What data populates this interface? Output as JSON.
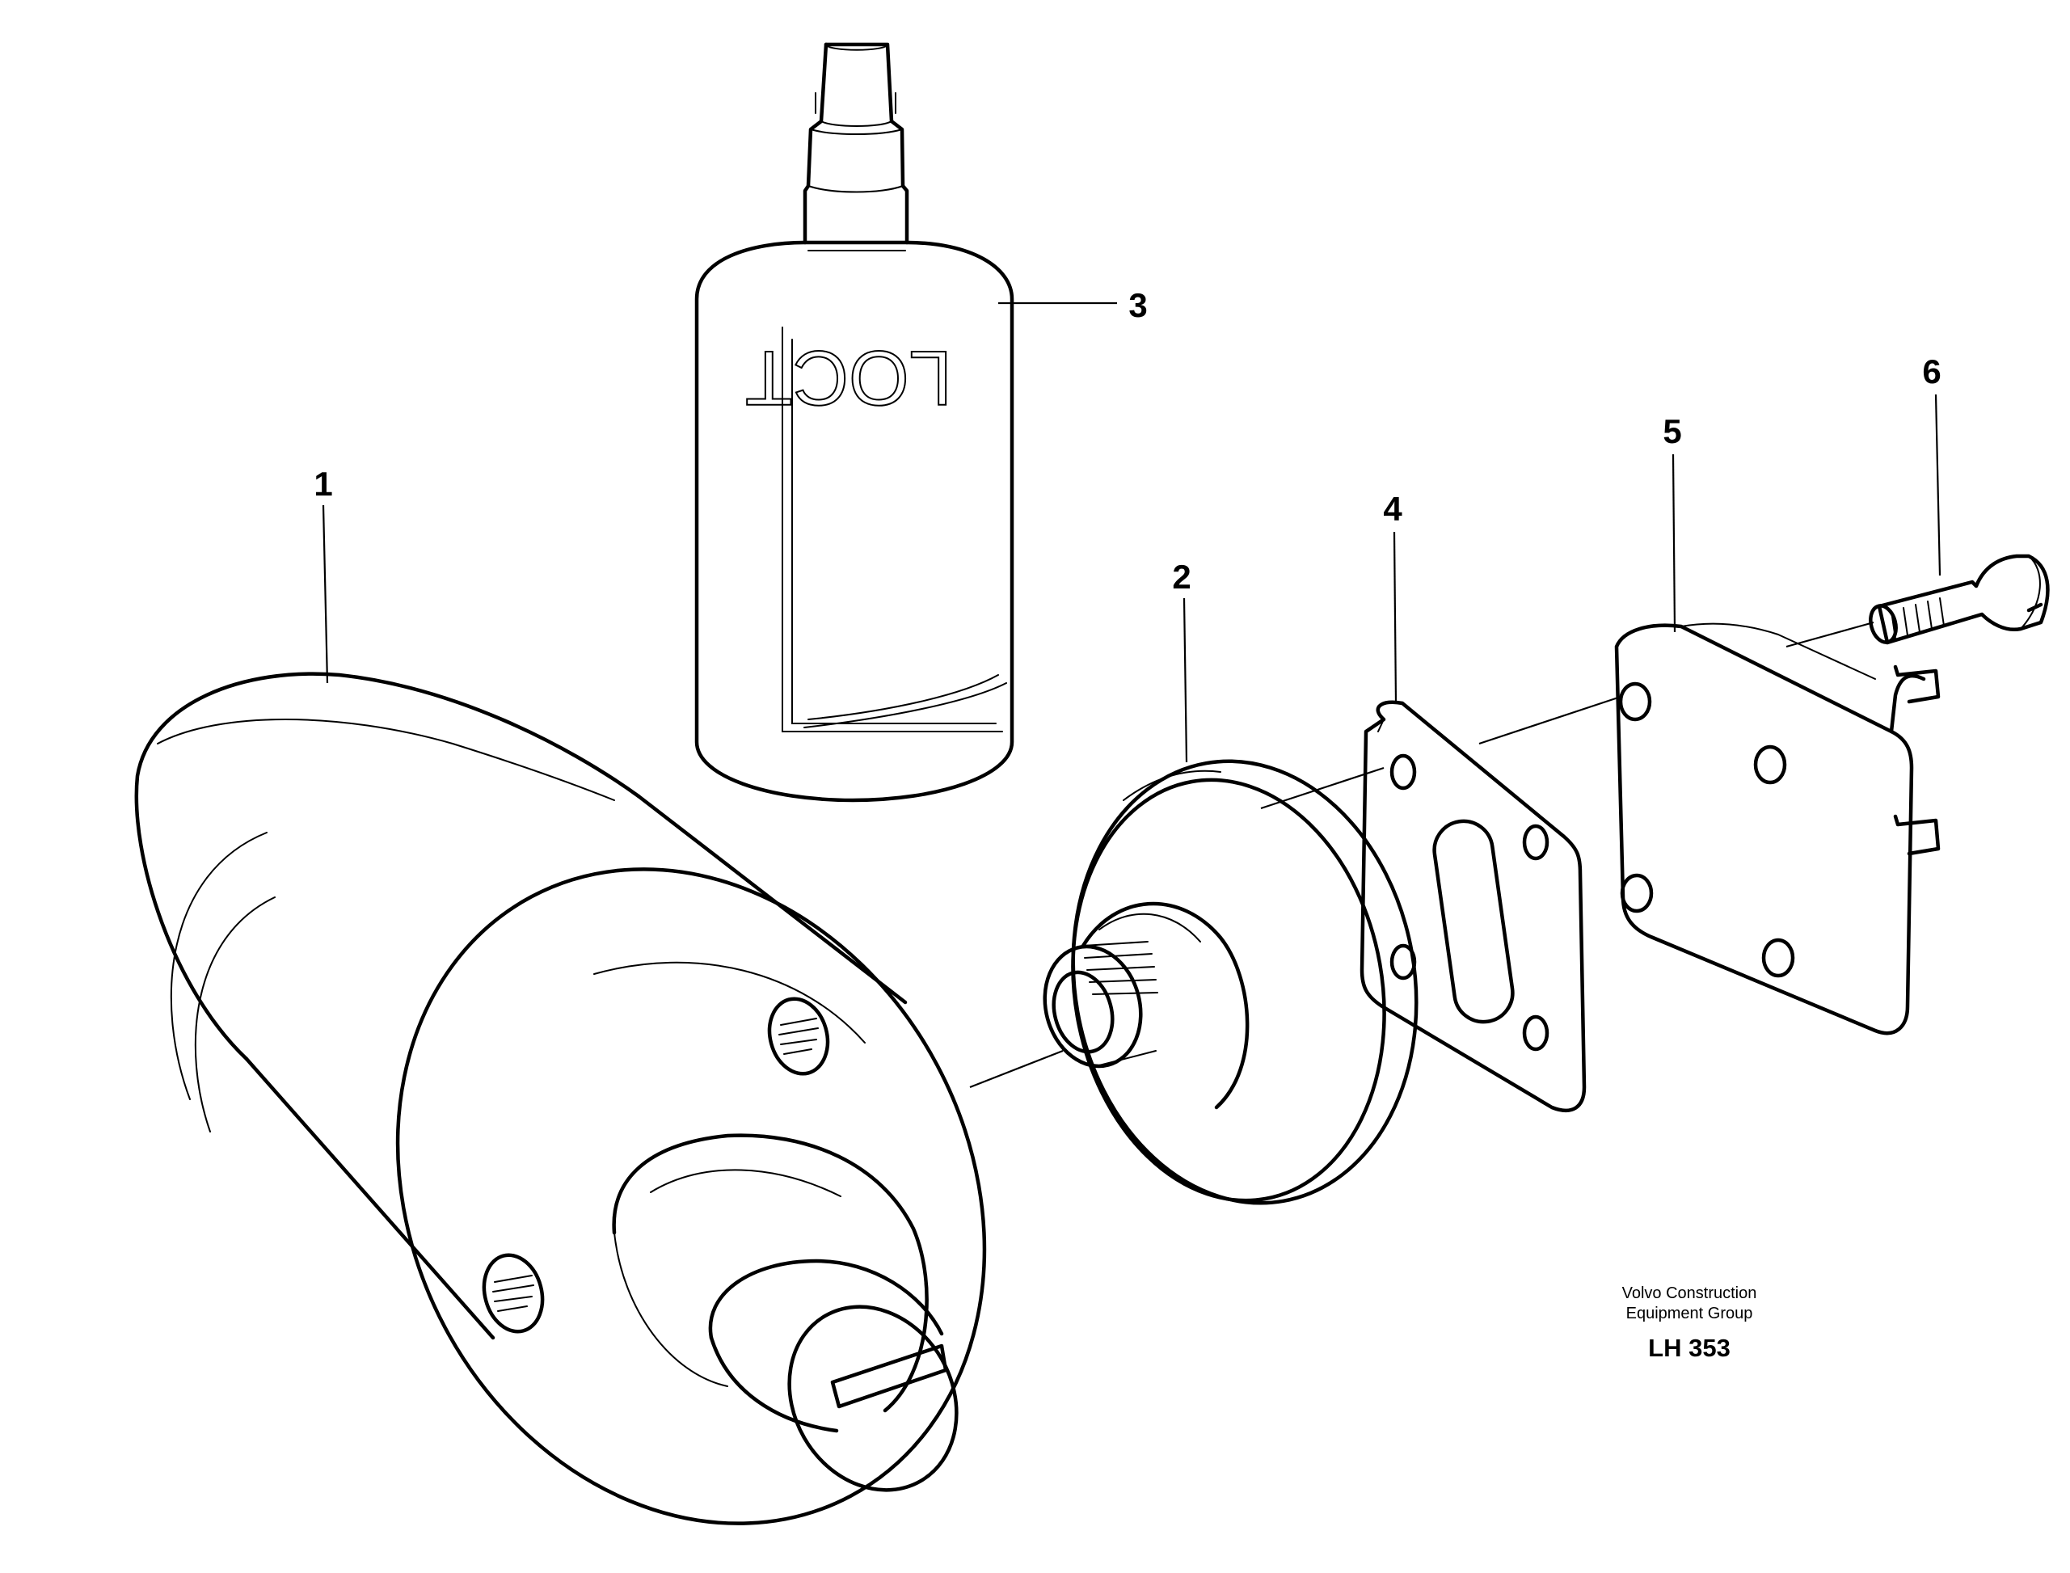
{
  "callouts": [
    {
      "id": "1",
      "label": "1"
    },
    {
      "id": "2",
      "label": "2"
    },
    {
      "id": "3",
      "label": "3"
    },
    {
      "id": "4",
      "label": "4"
    },
    {
      "id": "5",
      "label": "5"
    },
    {
      "id": "6",
      "label": "6"
    }
  ],
  "credit": {
    "line1": "Volvo Construction",
    "line2": "Equipment Group",
    "code": "LH 353"
  },
  "bottle": {
    "text": "LOCT"
  }
}
